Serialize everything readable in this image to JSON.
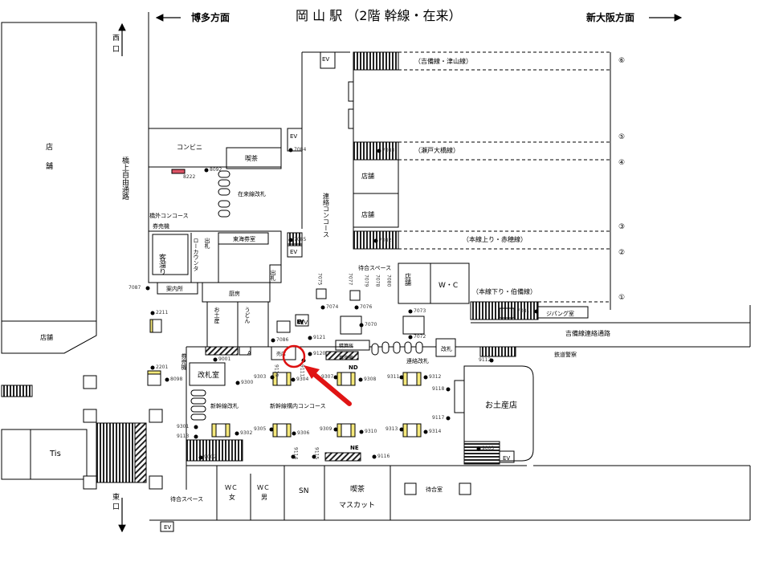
{
  "title": "岡 山 駅 （2階 幹線・在来）",
  "directions": {
    "west": "博多方面",
    "east": "新大阪方面",
    "west_exit": "西口",
    "east_exit": "東口"
  },
  "colors": {
    "marker": "#dd1111",
    "arrow": "#e01414",
    "pillar": "#f5e87a",
    "stairs": "#222222",
    "line": "#000000"
  },
  "platform_numbers": [
    "⑥",
    "⑤",
    "④",
    "③",
    "②",
    "①"
  ],
  "lines": {
    "kibi_tsuyama": "（吉備線・津山線）",
    "seto_ohashi": "（瀬戸大橋線）",
    "honsen_up": "（本線上り・赤穂線）",
    "honsen_down": "（本線下り・伯備線）"
  },
  "areas": {
    "shop_left": "店",
    "shop_left2": "舗",
    "shop_bottom_left": "店舗",
    "conveni": "コンビニ",
    "kissa": "喫茶",
    "zairai_gate": "在来線改札",
    "kyoukyou_jiyuu": "橋上自由通路",
    "kanai_concourse": "橋外コンコース",
    "ticket_office": "券売機",
    "kyakudamari": "客溜り",
    "low_counter": "ローカウンタ",
    "deguchi": "出札",
    "tokai_ticket": "東海券室",
    "info": "案内所",
    "chubou": "厨房",
    "omiyage": "お土産",
    "udon": "うどん",
    "renraku": "連絡コンコース",
    "machiai": "待合スペース",
    "wc": "W・C",
    "jipangu": "ジパング室",
    "kibi_tsuro": "吉備線連絡通路",
    "kaisatsu": "改札",
    "tetsudou": "鉄道警察",
    "shinkansen_tsuro": "新幹線改札",
    "renraku_kaisatsu": "連絡改札",
    "kaisatsushitsu": "改札室",
    "shinkansen_gate": "新幹線改札",
    "shinkansen_concourse": "新幹線構内コンコース",
    "omiyage_store": "お土産店",
    "tis": "Tis",
    "machiai_bottom": "待合スペース",
    "wc_female": "ＷＣ\n女",
    "wc_female_a": "ＷＣ",
    "wc_female_b": "女",
    "wc_male_a": "ＷＣ",
    "wc_male_b": "男",
    "sn": "SN",
    "kissa_b": "喫茶",
    "muscat": "マスカット",
    "machiai_right": "待合室",
    "ev": "EV",
    "nd": "ND",
    "ne": "NE",
    "a": "A",
    "kiosk": "売店",
    "shuttle": "精算所",
    "ticket_box": "券売機"
  },
  "ids": [
    "7084",
    "8092",
    "8222",
    "7085",
    "7087",
    "2211",
    "7086",
    "9121",
    "9001",
    "9120",
    "2201",
    "8098",
    "9303",
    "9300",
    "9301",
    "9302",
    "9304",
    "9307",
    "9308",
    "9311",
    "9312",
    "9305",
    "9306",
    "9309",
    "9310",
    "9313",
    "9314",
    "9113",
    "9112",
    "9114",
    "9115",
    "9116",
    "9002",
    "7075",
    "7077",
    "7079",
    "7078",
    "7080",
    "7074",
    "7076",
    "7073",
    "7070",
    "7072",
    "7083",
    "7082",
    "7081",
    "9118",
    "9117",
    "9003",
    "9111",
    "9119"
  ]
}
